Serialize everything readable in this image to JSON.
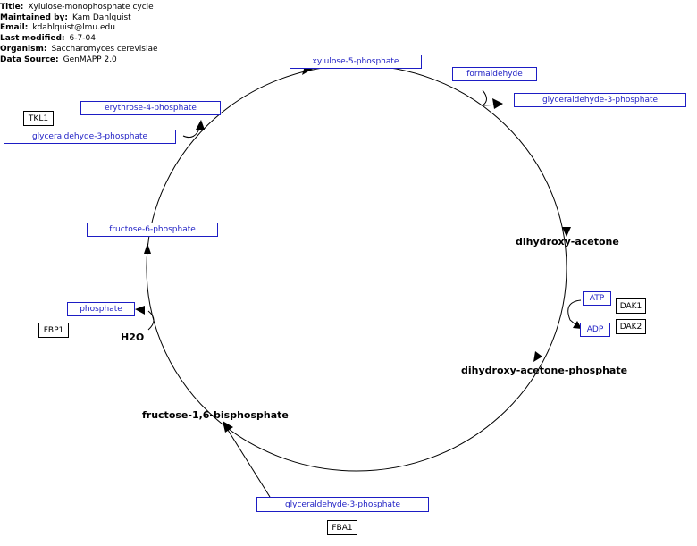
{
  "header": {
    "title_label": "Title:",
    "title": "Xylulose-monophosphate cycle",
    "maintained_label": "Maintained by:",
    "maintained": "Kam Dahlquist",
    "email_label": "Email:",
    "email": "kdahlquist@lmu.edu",
    "modified_label": "Last modified:",
    "modified": "6-7-04",
    "organism_label": "Organism:",
    "organism": "Saccharomyces cerevisiae",
    "source_label": "Data Source:",
    "source": "GenMAPP 2.0"
  },
  "metabolites": {
    "xylulose5p": "xylulose-5-phosphate",
    "formaldehyde": "formaldehyde",
    "g3p_right": "glyceraldehyde-3-phosphate",
    "e4p": "erythrose-4-phosphate",
    "g3p_left": "glyceraldehyde-3-phosphate",
    "f6p": "fructose-6-phosphate",
    "phosphate": "phosphate",
    "atp": "ATP",
    "adp": "ADP",
    "g3p_bottom": "glyceraldehyde-3-phosphate"
  },
  "genes": {
    "tkl1": "TKL1",
    "fbp1": "FBP1",
    "dak1": "DAK1",
    "dak2": "DAK2",
    "fba1": "FBA1"
  },
  "labels": {
    "dha": "dihydroxy-acetone",
    "dhap": "dihydroxy-acetone-phosphate",
    "fbp": "fructose-1,6-bisphosphate",
    "h2o": "H2O"
  },
  "colors": {
    "metabolite": "#1d1dc4",
    "gene": "#000000",
    "line": "#000000"
  }
}
